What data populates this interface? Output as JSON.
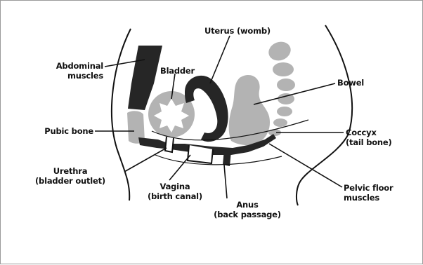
{
  "labels": {
    "abdominal_muscles": "Abdominal\nmuscles",
    "bladder": "Bladder",
    "uterus": "Uterus (womb)",
    "bowel": "Bowel",
    "pubic_bone": "Pubic bone",
    "coccyx": "Coccyx\n(tail bone)",
    "urethra": "Urethra\n(bladder outlet)",
    "vagina": "Vagina\n(birth canal)",
    "anus": "Anus\n(back passage)",
    "pelvic_floor": "Pelvic floor\nmuscles"
  },
  "colors": {
    "muscle": "#262626",
    "bone": "#b3b3b3",
    "outline": "#111111",
    "background": "#ffffff"
  }
}
